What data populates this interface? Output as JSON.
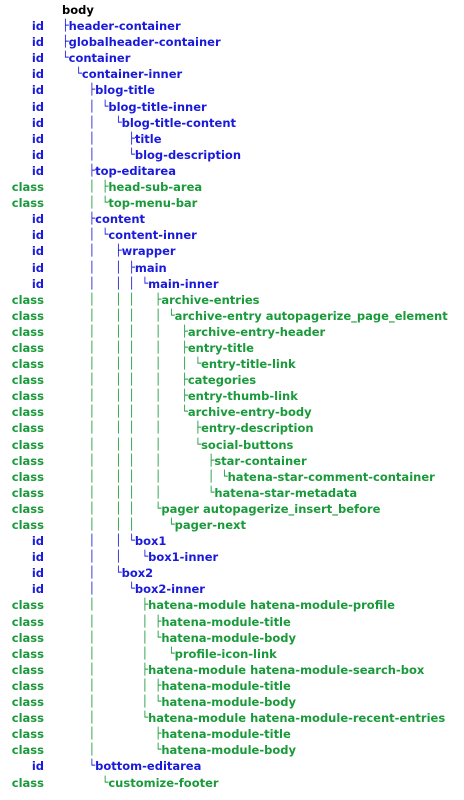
{
  "colors": {
    "id": "#1a1adb",
    "class": "#1a9a3a",
    "root": "#000000"
  },
  "tree": [
    {
      "type": "",
      "prefix": "",
      "label": "body",
      "kind": "root"
    },
    {
      "type": "id",
      "prefix": "├",
      "label": "header-container",
      "kind": "id"
    },
    {
      "type": "id",
      "prefix": "├",
      "label": "globalheader-container",
      "kind": "id"
    },
    {
      "type": "id",
      "prefix": "└",
      "label": "container",
      "kind": "id"
    },
    {
      "type": "id",
      "prefix": "  └",
      "label": "container-inner",
      "kind": "id"
    },
    {
      "type": "id",
      "prefix": "    ├",
      "label": "blog-title",
      "kind": "id"
    },
    {
      "type": "id",
      "prefix": "    │ └",
      "label": "blog-title-inner",
      "kind": "id"
    },
    {
      "type": "id",
      "prefix": "    │   └",
      "label": "blog-title-content",
      "kind": "id"
    },
    {
      "type": "id",
      "prefix": "    │     ├",
      "label": "title",
      "kind": "id"
    },
    {
      "type": "id",
      "prefix": "    │     └",
      "label": "blog-description",
      "kind": "id"
    },
    {
      "type": "id",
      "prefix": "    ├",
      "label": "top-editarea",
      "kind": "id"
    },
    {
      "type": "class",
      "prefix": "    │ ├",
      "label": "head-sub-area",
      "kind": "class"
    },
    {
      "type": "class",
      "prefix": "    │ └",
      "label": "top-menu-bar",
      "kind": "class"
    },
    {
      "type": "id",
      "prefix": "    ├",
      "label": "content",
      "kind": "id"
    },
    {
      "type": "id",
      "prefix": "    │ └",
      "label": "content-inner",
      "kind": "id"
    },
    {
      "type": "id",
      "prefix": "    │   ├",
      "label": "wrapper",
      "kind": "id"
    },
    {
      "type": "id",
      "prefix": "    │   │ ├",
      "label": "main",
      "kind": "id"
    },
    {
      "type": "id",
      "prefix": "    │   │ │ └",
      "label": "main-inner",
      "kind": "id"
    },
    {
      "type": "class",
      "prefix": "    │   │ │   ├",
      "label": "archive-entries",
      "kind": "class"
    },
    {
      "type": "class",
      "prefix": "    │   │ │   │ └",
      "label": "archive-entry autopagerize_page_element",
      "kind": "class"
    },
    {
      "type": "class",
      "prefix": "    │   │ │   │   ├",
      "label": "archive-entry-header",
      "kind": "class"
    },
    {
      "type": "class",
      "prefix": "    │   │ │   │   ├",
      "label": "entry-title",
      "kind": "class"
    },
    {
      "type": "class",
      "prefix": "    │   │ │   │   │ └",
      "label": "entry-title-link",
      "kind": "class"
    },
    {
      "type": "class",
      "prefix": "    │   │ │   │   ├",
      "label": "categories",
      "kind": "class"
    },
    {
      "type": "class",
      "prefix": "    │   │ │   │   ├",
      "label": "entry-thumb-link",
      "kind": "class"
    },
    {
      "type": "class",
      "prefix": "    │   │ │   │   └",
      "label": "archive-entry-body",
      "kind": "class"
    },
    {
      "type": "class",
      "prefix": "    │   │ │   │     ├",
      "label": "entry-description",
      "kind": "class"
    },
    {
      "type": "class",
      "prefix": "    │   │ │   │     └",
      "label": "social-buttons",
      "kind": "class"
    },
    {
      "type": "class",
      "prefix": "    │   │ │   │       ├",
      "label": "star-container",
      "kind": "class"
    },
    {
      "type": "class",
      "prefix": "    │   │ │   │       │ └",
      "label": "hatena-star-comment-container",
      "kind": "class"
    },
    {
      "type": "class",
      "prefix": "    │   │ │   │       └",
      "label": "hatena-star-metadata",
      "kind": "class"
    },
    {
      "type": "class",
      "prefix": "    │   │ │   └",
      "label": "pager autopagerize_insert_before",
      "kind": "class"
    },
    {
      "type": "class",
      "prefix": "    │   │ │     └",
      "label": "pager-next",
      "kind": "class"
    },
    {
      "type": "id",
      "prefix": "    │   │ └",
      "label": "box1",
      "kind": "id"
    },
    {
      "type": "id",
      "prefix": "    │   │   └",
      "label": "box1-inner",
      "kind": "id"
    },
    {
      "type": "id",
      "prefix": "    │   └",
      "label": "box2",
      "kind": "id"
    },
    {
      "type": "id",
      "prefix": "    │     └",
      "label": "box2-inner",
      "kind": "id"
    },
    {
      "type": "class",
      "prefix": "    │       ├",
      "label": "hatena-module hatena-module-profile",
      "kind": "class"
    },
    {
      "type": "class",
      "prefix": "    │       │ ├",
      "label": "hatena-module-title",
      "kind": "class"
    },
    {
      "type": "class",
      "prefix": "    │       │ └",
      "label": "hatena-module-body",
      "kind": "class"
    },
    {
      "type": "class",
      "prefix": "    │       │   └",
      "label": "profile-icon-link",
      "kind": "class"
    },
    {
      "type": "class",
      "prefix": "    │       ├",
      "label": "hatena-module hatena-module-search-box",
      "kind": "class"
    },
    {
      "type": "class",
      "prefix": "    │       │ ├",
      "label": "hatena-module-title",
      "kind": "class"
    },
    {
      "type": "class",
      "prefix": "    │       │ └",
      "label": "hatena-module-body",
      "kind": "class"
    },
    {
      "type": "class",
      "prefix": "    │       └",
      "label": "hatena-module hatena-module-recent-entries",
      "kind": "class"
    },
    {
      "type": "class",
      "prefix": "    │         ├",
      "label": "hatena-module-title",
      "kind": "class"
    },
    {
      "type": "class",
      "prefix": "    │         └",
      "label": "hatena-module-body",
      "kind": "class"
    },
    {
      "type": "id",
      "prefix": "    └",
      "label": "bottom-editarea",
      "kind": "id"
    },
    {
      "type": "class",
      "prefix": "      └",
      "label": "customize-footer",
      "kind": "class"
    }
  ]
}
